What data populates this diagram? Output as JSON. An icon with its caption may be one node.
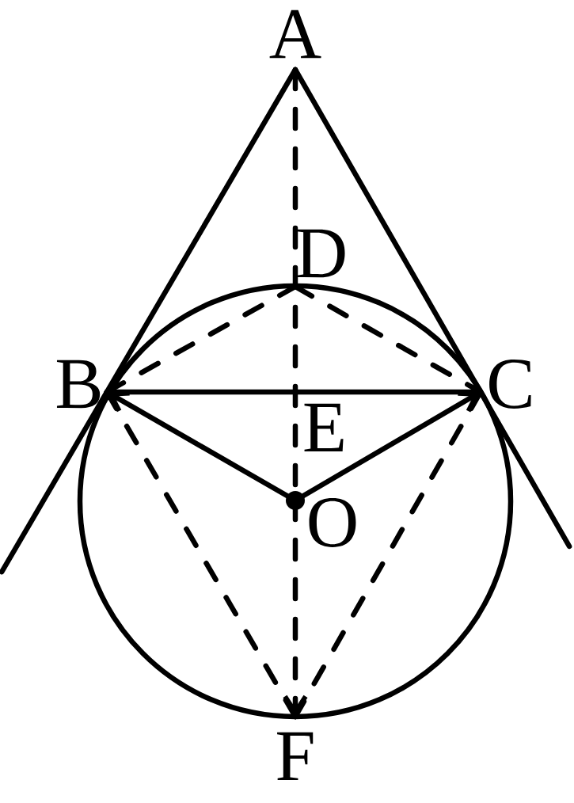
{
  "diagram": {
    "nodes": [
      {
        "text": [
          "A"
        ]
      },
      {
        "text": [
          "B"
        ]
      },
      {
        "text": [
          "C"
        ]
      },
      {
        "text": [
          "D"
        ]
      },
      {
        "text": [
          "E"
        ]
      },
      {
        "text": [
          "O"
        ]
      },
      {
        "text": [
          "F"
        ]
      }
    ],
    "edges": [
      {
        "from": 0,
        "to": 1,
        "arrow": "none"
      },
      {
        "from": 0,
        "to": 2,
        "arrow": "none"
      },
      {
        "from": 0,
        "to": 5,
        "arrow": "none",
        "style": "dashed"
      },
      {
        "from": 5,
        "to": 6,
        "arrow": "to",
        "style": "dashed"
      },
      {
        "from": 1,
        "to": 2,
        "arrow": "none"
      },
      {
        "from": 1,
        "to": 3,
        "arrow": "none",
        "style": "dashed"
      },
      {
        "from": 3,
        "to": 2,
        "arrow": "none",
        "style": "dashed"
      },
      {
        "from": 5,
        "to": 1,
        "arrow": "to"
      },
      {
        "from": 5,
        "to": 2,
        "arrow": "to"
      },
      {
        "from": 1,
        "to": 6,
        "arrow": "none",
        "style": "dashed"
      },
      {
        "from": 2,
        "to": 6,
        "arrow": "none",
        "style": "dashed"
      }
    ]
  }
}
